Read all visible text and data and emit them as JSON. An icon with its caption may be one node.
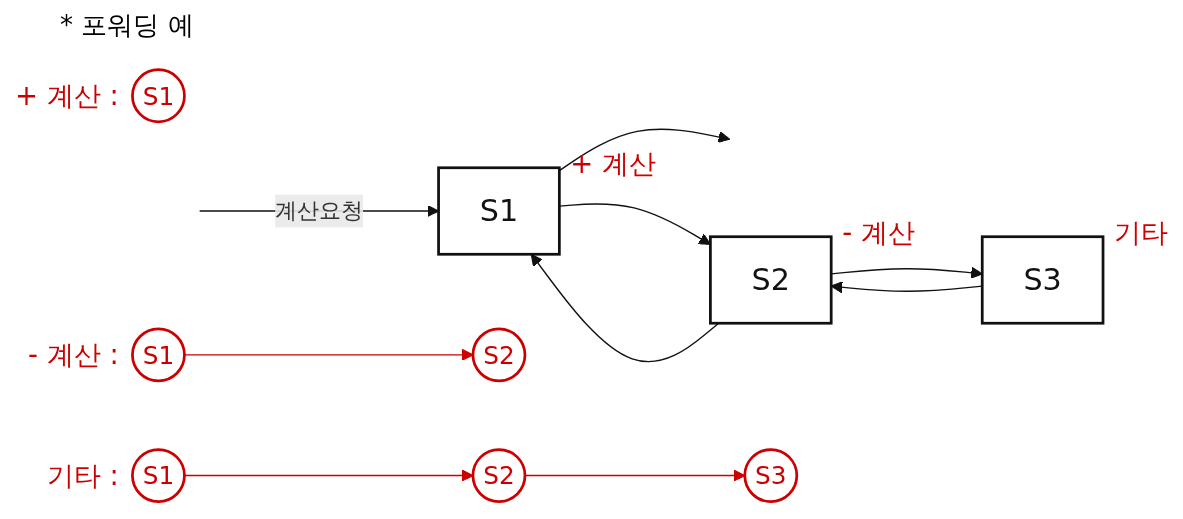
{
  "diagram": {
    "title": "* 포워딩 예",
    "nodes": [
      {
        "text": [
          "S1"
        ],
        "beside": [
          "+ 계산"
        ]
      },
      {
        "text": [
          "S2"
        ],
        "beside": [
          "- 계산"
        ]
      },
      {
        "text": [
          "S3"
        ],
        "beside": [
          "기타"
        ]
      },
      {
        "text": [
          "S1"
        ],
        "beside": [
          "+ 계산 :"
        ]
      },
      {
        "text": [
          "S1"
        ],
        "beside": [
          "- 계산 :"
        ]
      },
      {
        "text": [
          "S2"
        ]
      },
      {
        "text": [
          "S1"
        ],
        "beside": [
          "기타 :"
        ]
      },
      {
        "text": [
          "S2"
        ]
      },
      {
        "text": [
          "S3"
        ]
      }
    ],
    "edges": [
      {
        "from": null,
        "to": 0,
        "arrow": "to",
        "label": "계산요청"
      },
      {
        "from": 0,
        "to": null,
        "arrow": "to"
      },
      {
        "from": 0,
        "to": 1,
        "arrow": "to"
      },
      {
        "from": 1,
        "to": 0,
        "arrow": "to"
      },
      {
        "from": 1,
        "to": 2,
        "arrow": "to"
      },
      {
        "from": 2,
        "to": 1,
        "arrow": "to"
      },
      {
        "from": 4,
        "to": 5,
        "arrow": "to",
        "color": "#cc0000"
      },
      {
        "from": 6,
        "to": 7,
        "arrow": "to",
        "color": "#cc0000"
      },
      {
        "from": 7,
        "to": 8,
        "arrow": "to",
        "color": "#cc0000"
      }
    ]
  }
}
